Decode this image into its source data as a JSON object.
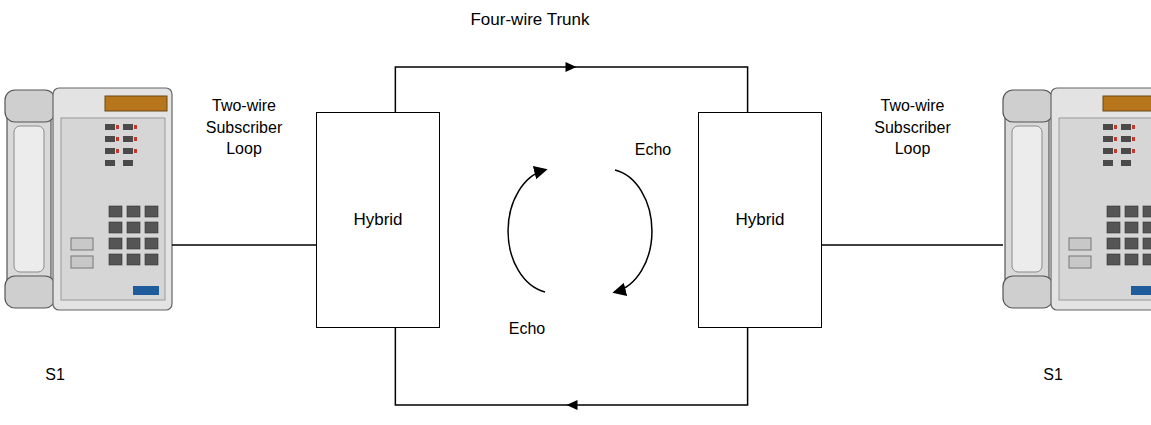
{
  "diagram": {
    "title": "Four-wire Trunk",
    "nodes": [
      {
        "text": [
          "S1"
        ]
      },
      {
        "text": [
          "Hybrid"
        ]
      },
      {
        "text": [
          "Hybrid"
        ]
      },
      {
        "text": [
          "S1"
        ]
      }
    ],
    "edges": [
      {
        "from": 0,
        "to": 1,
        "arrow": "none",
        "label": "Two-wire Subscriber Loop"
      },
      {
        "from": 1,
        "to": 2,
        "arrow": "to"
      },
      {
        "from": 2,
        "to": 1,
        "arrow": "to"
      },
      {
        "from": 2,
        "to": 3,
        "arrow": "none",
        "label": "Two-wire Subscriber Loop"
      }
    ],
    "labels": [
      "Echo",
      "Echo"
    ]
  }
}
